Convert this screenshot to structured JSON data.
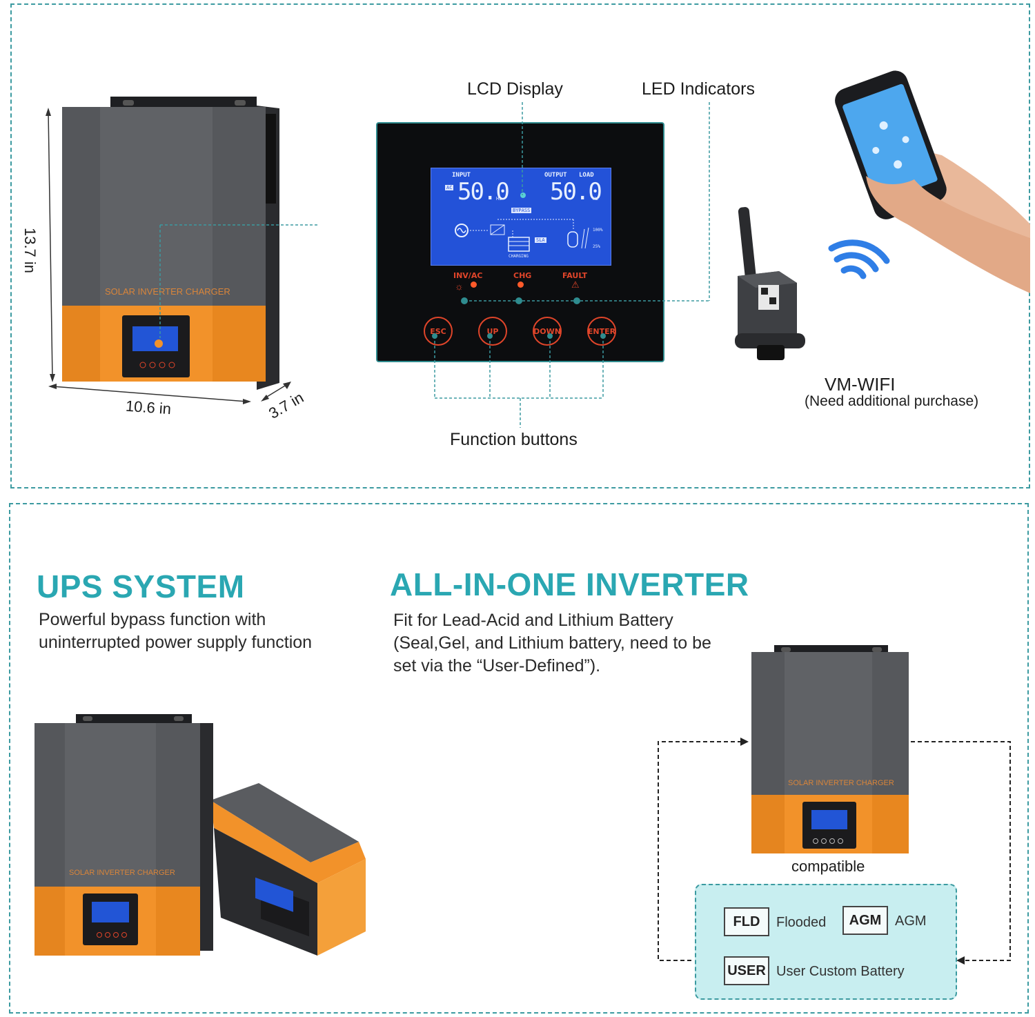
{
  "top": {
    "dimensions": {
      "height": "13.7 in",
      "width": "10.6 in",
      "depth": "3.7 in"
    },
    "callouts": {
      "lcd_display": "LCD Display",
      "led_indicators": "LED Indicators",
      "function_buttons": "Function buttons"
    },
    "wifi": {
      "name": "VM-WIFI",
      "note": "(Need additional purchase)"
    },
    "device_brand": "SOLAR INVERTER CHARGER",
    "lcd": {
      "input_label": "INPUT",
      "output_label": "OUTPUT",
      "load_label": "LOAD",
      "ac_tag": "AC",
      "input_value": "50.0",
      "input_unit": "Hz",
      "output_value": "50.0",
      "output_unit": "Hz",
      "bypass": "BYPASS",
      "sla": "SLA",
      "charging": "CHARGING",
      "pct_100": "100%",
      "pct_25": "25%"
    },
    "indicators": [
      "INV/AC",
      "CHG",
      "FAULT"
    ],
    "buttons": [
      "ESC",
      "UP",
      "DOWN",
      "ENTER"
    ]
  },
  "bottom": {
    "ups": {
      "title": "UPS SYSTEM",
      "line1": "Powerful bypass function with",
      "line2": "uninterrupted power supply function"
    },
    "aio": {
      "title": "ALL-IN-ONE INVERTER",
      "line1": "Fit for Lead-Acid and Lithium Battery",
      "line2": "(Seal,Gel, and Lithium battery, need to be",
      "line3": "set via the “User-Defined”)."
    },
    "compatible": "compatible",
    "batteries": {
      "fld_badge": "FLD",
      "fld_text": "Flooded",
      "agm_badge": "AGM",
      "agm_text": "AGM",
      "user_badge": "USER",
      "user_text": "User Custom Battery"
    }
  },
  "colors": {
    "accent": "#2aa7b2",
    "orange": "#f2922a",
    "gray": "#5e6064",
    "lcd_blue": "#2352d8"
  }
}
